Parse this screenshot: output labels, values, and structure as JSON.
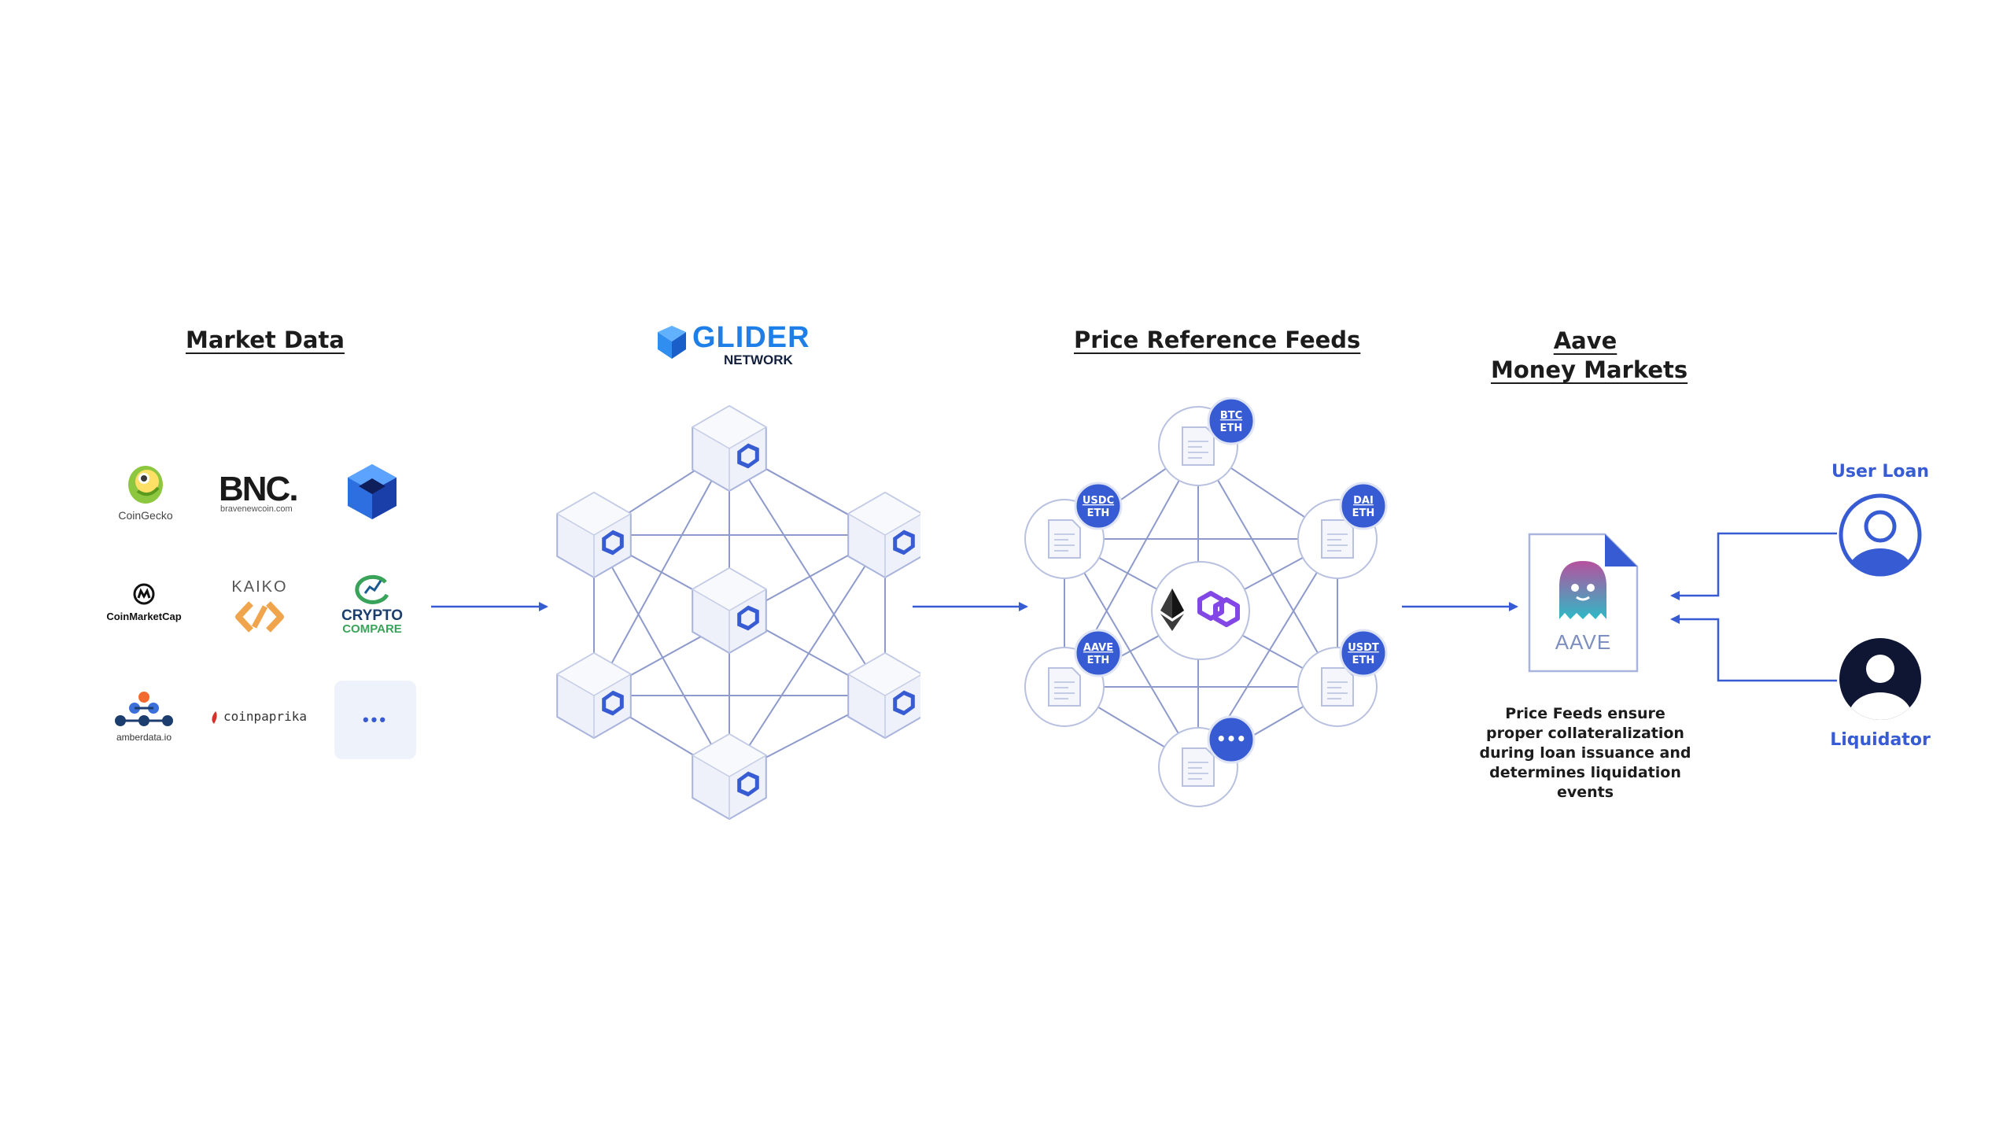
{
  "headings": {
    "market_data": "Market Data",
    "price_feeds": "Price Reference Feeds",
    "aave_line1": "Aave",
    "aave_line2": "Money Markets"
  },
  "glider": {
    "name": "GLIDER",
    "sub": "NETWORK"
  },
  "market_sources": {
    "coingecko": "CoinGecko",
    "bnc_mark": "BNC.",
    "bnc_url": "bravenewcoin.com",
    "coinmarketcap": "CoinMarketCap",
    "kaiko": "KAIKO",
    "cryptocompare_1": "CRYPTO",
    "cryptocompare_2": "COMPARE",
    "amberdata": "amberdata.io",
    "coinpaprika": "coinpaprika",
    "more": "•••"
  },
  "feeds": {
    "btc": [
      "BTC",
      "ETH"
    ],
    "usdc": [
      "USDC",
      "ETH"
    ],
    "dai": [
      "DAI",
      "ETH"
    ],
    "aave": [
      "AAVE",
      "ETH"
    ],
    "usdt": [
      "USDT",
      "ETH"
    ],
    "more": "•••"
  },
  "aave_doc_label": "AAVE",
  "user_loan_label": "User Loan",
  "liquidator_label": "Liquidator",
  "caption": "Price Feeds ensure proper collateralization during loan issuance and determines liquidation events",
  "colors": {
    "accent": "#375bd2",
    "network_line": "#8e9acb",
    "hex_face": "#eef1fa",
    "hex_stroke": "#a9b4dc",
    "kaiko_orange": "#f0a44b",
    "cc_green": "#3aa35a"
  },
  "icons": [
    "coingecko-icon",
    "cube-icon",
    "coinmarketcap-icon",
    "kaiko-icon",
    "cryptocompare-icon",
    "amberdata-icon",
    "chili-icon",
    "ethereum-icon",
    "polygon-icon",
    "document-icon",
    "aave-ghost-icon",
    "user-avatar-icon",
    "arrow-right-icon",
    "chainlink-icon"
  ]
}
